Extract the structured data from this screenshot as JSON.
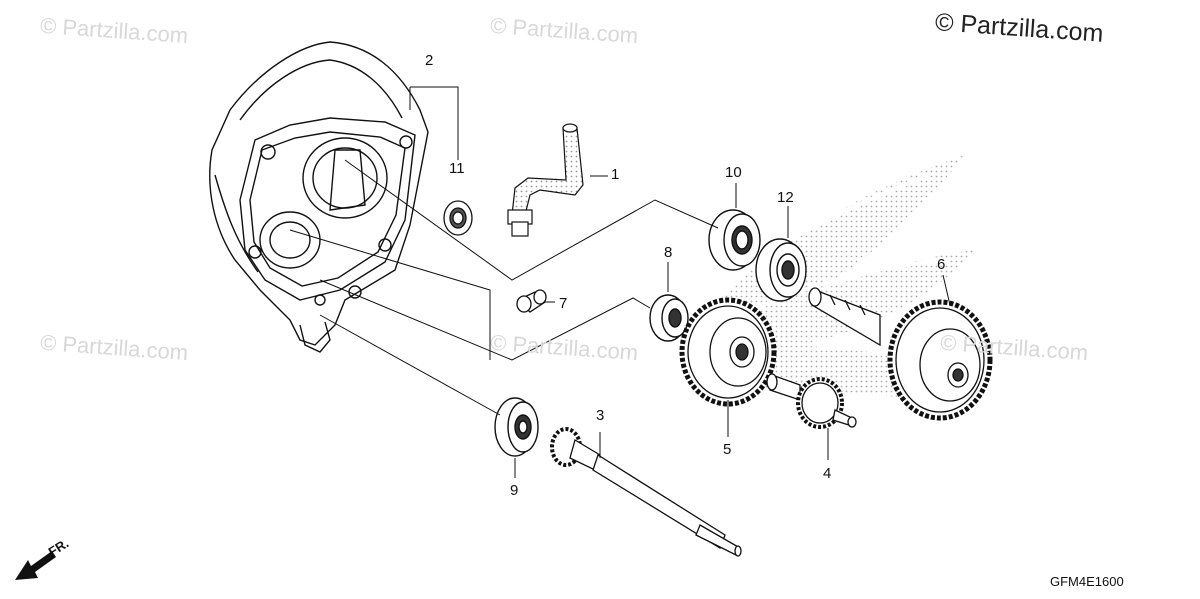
{
  "copyright": "© Partzilla.com",
  "watermark": "© Partzilla.com",
  "diagram_code": "GFM4E1600",
  "direction_label": "FR.",
  "callouts": [
    "1",
    "2",
    "3",
    "4",
    "5",
    "6",
    "7",
    "8",
    "9",
    "10",
    "11",
    "12"
  ]
}
